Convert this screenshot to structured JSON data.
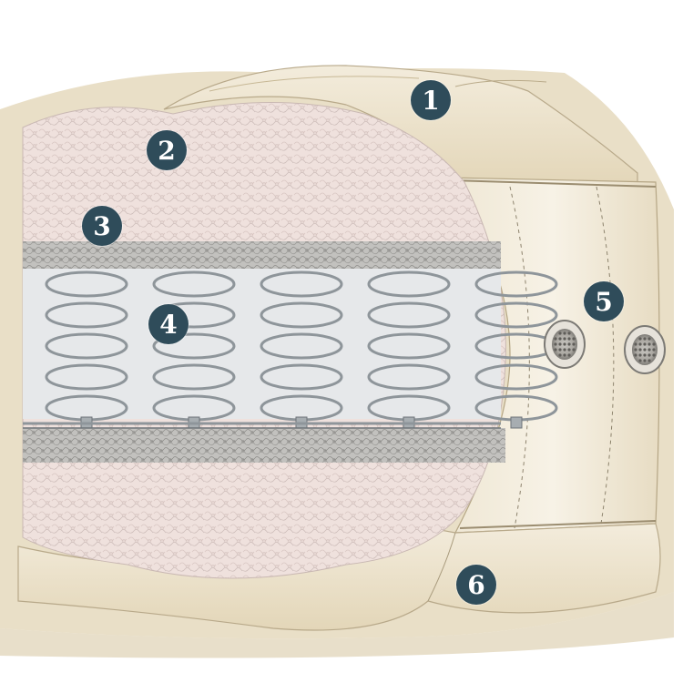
{
  "diagram": {
    "callouts": [
      {
        "id": "1",
        "label": "1"
      },
      {
        "id": "2",
        "label": "2"
      },
      {
        "id": "3",
        "label": "3"
      },
      {
        "id": "4",
        "label": "4"
      },
      {
        "id": "5",
        "label": "5"
      },
      {
        "id": "6",
        "label": "6"
      }
    ],
    "spring_count": 5,
    "vent_count": 2
  },
  "colors": {
    "callout_fill": "#2f4c5a",
    "callout_text": "#ffffff",
    "fabric_cream": "#ede3cc",
    "fabric_shadow": "#d8c9a6",
    "fiber_pink": "#efe0dc",
    "fiber_grey": "#b9b7b3",
    "spring_steel": "#8e959a",
    "background": "#ffffff"
  }
}
